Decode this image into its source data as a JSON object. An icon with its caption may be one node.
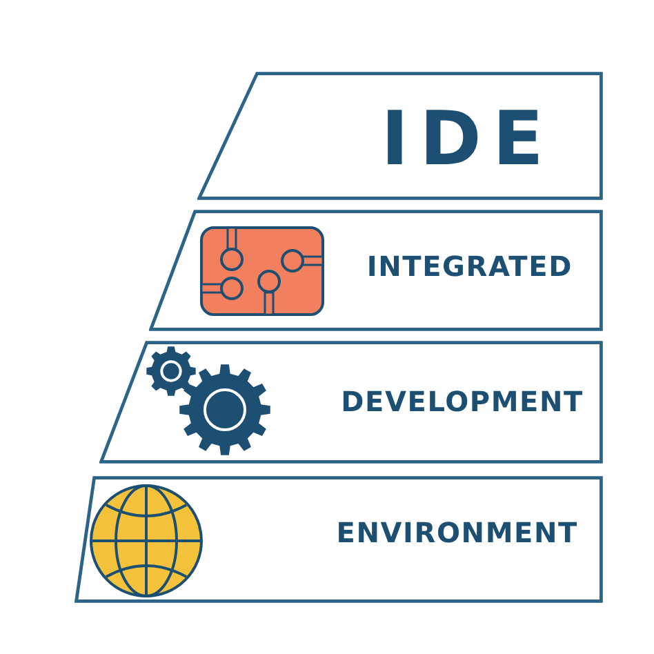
{
  "diagram": {
    "nodes": [
      {
        "text": [
          "IDE"
        ]
      },
      {
        "text": [
          "INTEGRATED"
        ]
      },
      {
        "text": [
          "DEVELOPMENT"
        ]
      },
      {
        "text": [
          "ENVIRONMENT"
        ]
      }
    ]
  }
}
